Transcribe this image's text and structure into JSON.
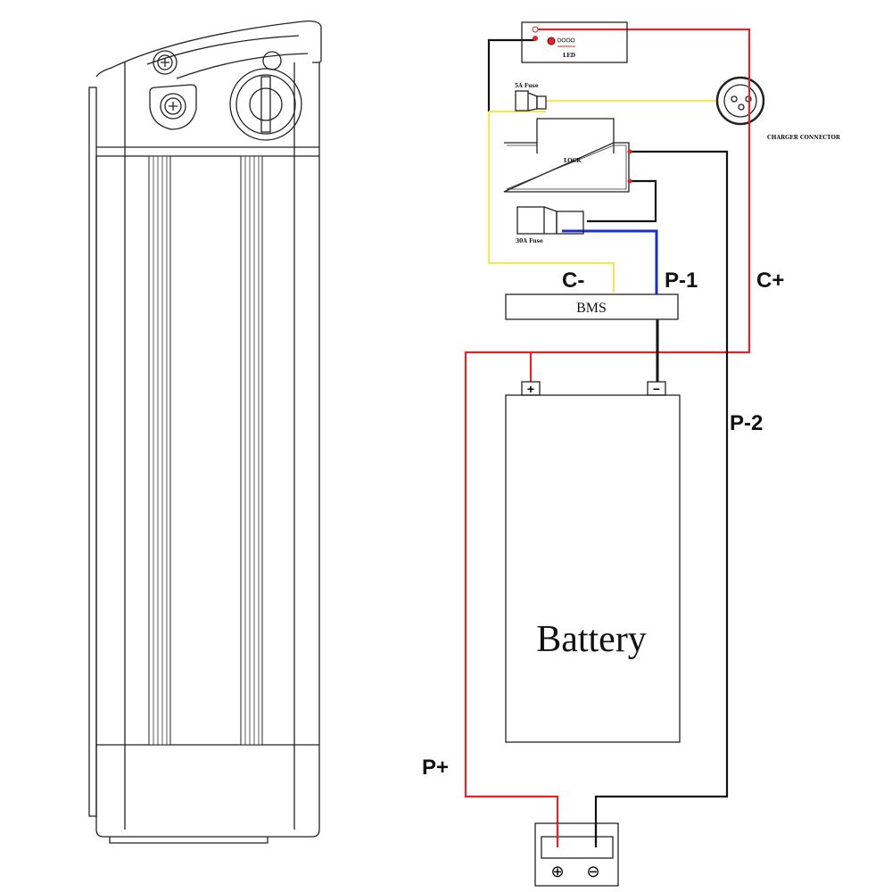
{
  "components": {
    "led": "LED",
    "fuse_small": "5A Fuse",
    "charger_connector": "CHARGER CONNECTOR",
    "lock": "LOCK",
    "fuse_large": "30A Fuse",
    "bms": "BMS",
    "battery": "Battery",
    "battery_plus": "+",
    "battery_minus": "−",
    "output_plus": "⊕",
    "output_minus": "⊖"
  },
  "wire_labels": {
    "c_minus": "C-",
    "p1": "P-1",
    "c_plus": "C+",
    "p2": "P-2",
    "p_plus": "P+"
  },
  "colors": {
    "positive_wire": "#e0262a",
    "negative_wire": "#111111",
    "charge_negative_wire": "#f2e85a",
    "p1_wire": "#1b2fc8"
  }
}
